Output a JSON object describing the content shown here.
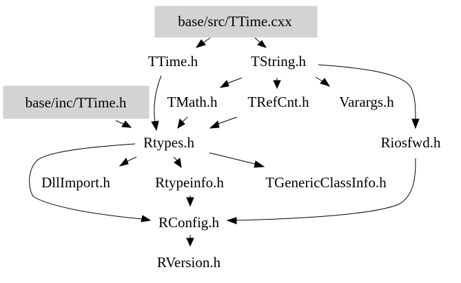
{
  "graph": {
    "nodes": {
      "ttime_cxx": "base/src/TTime.cxx",
      "ttime_h": "TTime.h",
      "tstring_h": "TString.h",
      "base_inc_ttime_h": "base/inc/TTime.h",
      "tmath_h": "TMath.h",
      "trefcnt_h": "TRefCnt.h",
      "varargs_h": "Varargs.h",
      "rtypes_h": "Rtypes.h",
      "riosfwd_h": "Riosfwd.h",
      "dllimport_h": "DllImport.h",
      "rtypeinfo_h": "Rtypeinfo.h",
      "tgenericclassinfo_h": "TGenericClassInfo.h",
      "rconfig_h": "RConfig.h",
      "rversion_h": "RVersion.h"
    },
    "colors": {
      "highlight_fill": "#d3d3d3",
      "edge": "#000000",
      "text": "#000000",
      "background": "#ffffff"
    }
  }
}
